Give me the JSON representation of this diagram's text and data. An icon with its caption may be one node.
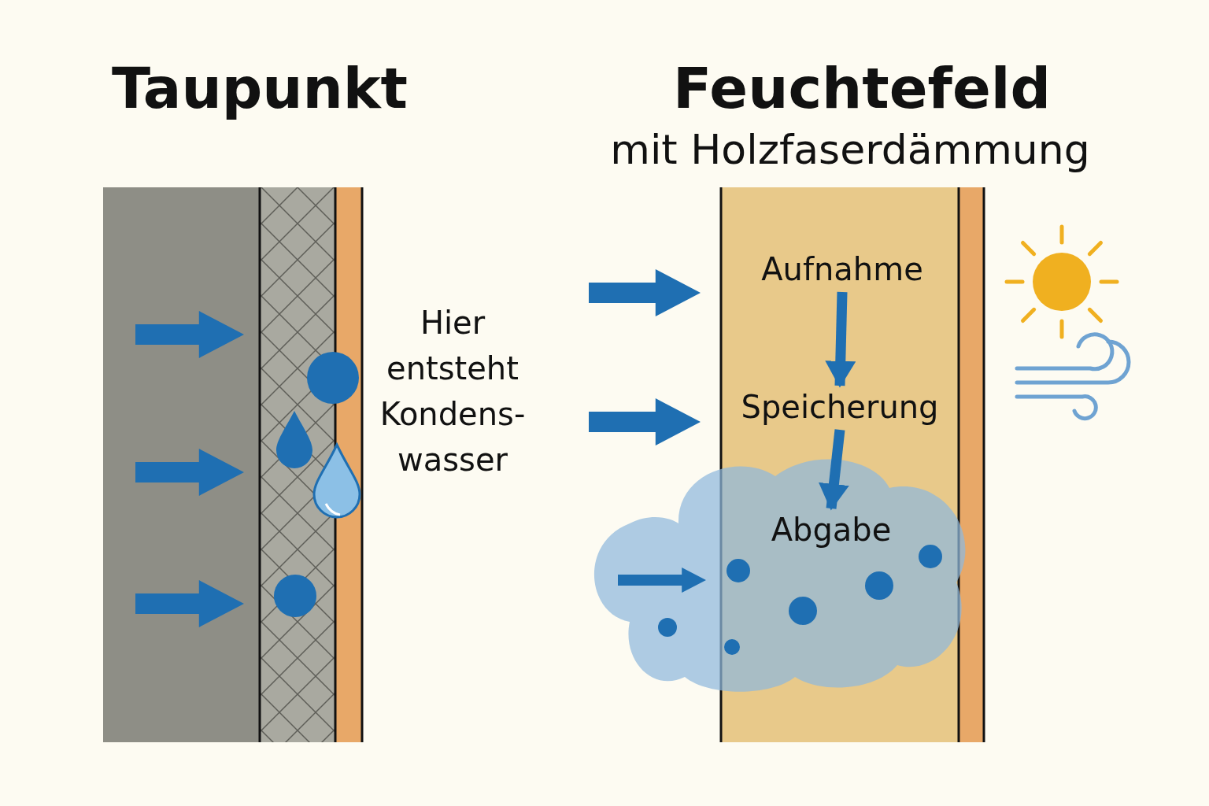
{
  "diagram": {
    "nodes": [
      {
        "text": [
          "Aufnahme"
        ]
      },
      {
        "text": [
          "Speicherung"
        ]
      },
      {
        "text": [
          "Abgabe"
        ]
      }
    ],
    "edges": [
      {
        "from": 0,
        "to": 1,
        "arrow": "to"
      },
      {
        "from": 1,
        "to": 2,
        "arrow": "to"
      }
    ],
    "labels": [
      "Taupunkt",
      "Feuchtefeld",
      "mit Holzfaserdämmung",
      "Hier entsteht Kondens- wasser"
    ]
  }
}
